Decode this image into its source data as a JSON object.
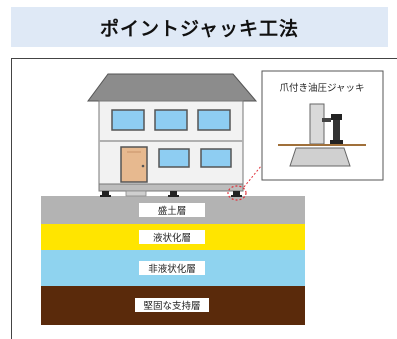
{
  "header": {
    "title": "ポイントジャッキ工法"
  },
  "diagram": {
    "callout_label": "爪付き油圧ジャッキ",
    "layers": [
      {
        "label": "盛土層",
        "color": "#b3b3b3"
      },
      {
        "label": "液状化層",
        "color": "#ffe500"
      },
      {
        "label": "非液状化層",
        "color": "#8fd3ef"
      },
      {
        "label": "堅固な支持層",
        "color": "#5a2a0b"
      }
    ],
    "colors": {
      "header_bg": "#dfe9f6",
      "roof": "#8c8c8c",
      "wall": "#f2f2f2",
      "window": "#8ecdf2",
      "door": "#e7b98f",
      "jack": "#222222",
      "callout_line": "#e0303a"
    }
  }
}
